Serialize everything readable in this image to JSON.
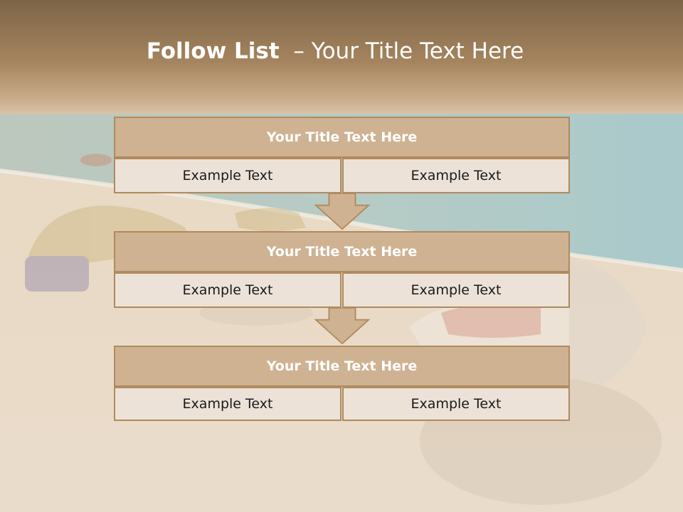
{
  "slide": {
    "title_bold": "Follow List",
    "title_rest": "– Your Title Text Here"
  },
  "blocks": [
    {
      "title": "Your Title Text Here",
      "left": "Example Text",
      "right": "Example Text"
    },
    {
      "title": "Your Title Text Here",
      "left": "Example Text",
      "right": "Example Text"
    },
    {
      "title": "Your Title Text Here",
      "left": "Example Text",
      "right": "Example Text"
    }
  ],
  "colors": {
    "header_fill": "#ceb292",
    "border": "#b08a5e",
    "cell_fill": "#ece2d8",
    "arrow_fill": "#ceb292"
  }
}
